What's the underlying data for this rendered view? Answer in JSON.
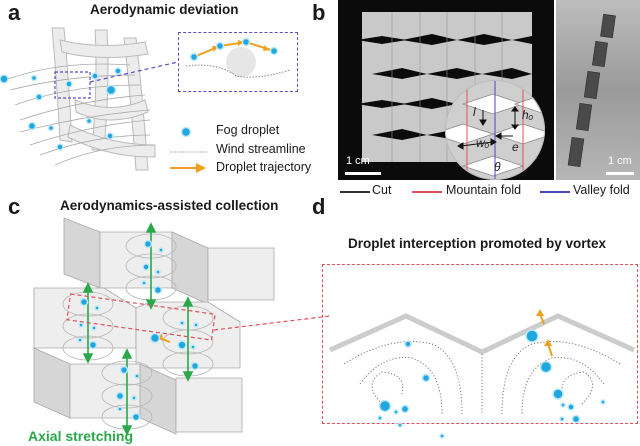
{
  "panels": {
    "a": {
      "letter": "a",
      "title": "Aerodynamic deviation",
      "legend": [
        {
          "icon": "fog-droplet-icon",
          "label": "Fog droplet"
        },
        {
          "icon": "wind-streamline-icon",
          "label": "Wind streamline"
        },
        {
          "icon": "droplet-trajectory-arrow-icon",
          "label": "Droplet trajectory"
        }
      ]
    },
    "b": {
      "letter": "b",
      "scale_bar_left": "1 cm",
      "scale_bar_right": "1 cm",
      "inset_variables": [
        "l",
        "hₒ",
        "wₒ",
        "e",
        "θ"
      ],
      "legend": [
        {
          "label": "Cut",
          "color": "#333333"
        },
        {
          "label": "Mountain fold",
          "color": "#e0505a"
        },
        {
          "label": "Valley fold",
          "color": "#4a4ac0"
        }
      ]
    },
    "c": {
      "letter": "c",
      "title": "Aerodynamics-assisted collection",
      "annotation": "Axial stretching"
    },
    "d": {
      "letter": "d",
      "title": "Droplet interception promoted by vortex"
    }
  },
  "colors": {
    "droplet": "#1fa8e0",
    "trajectory": "#f0a020",
    "callout_purple": "#5b4fc0",
    "callout_red": "#e0505a",
    "stretch_green": "#2aa84a"
  }
}
